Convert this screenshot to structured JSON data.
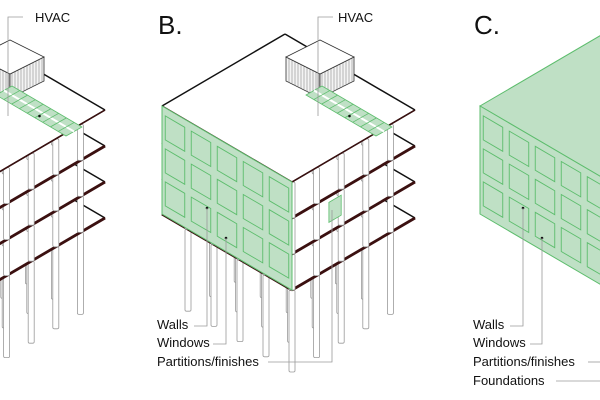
{
  "panels": {
    "b": {
      "letter": "B.",
      "hvac": "HVAC",
      "labels": [
        "Walls",
        "Windows",
        "Partitions/finishes"
      ]
    },
    "a": {
      "hvac": "HVAC"
    },
    "c": {
      "letter": "C.",
      "labels": [
        "Walls",
        "Windows",
        "Partitions/finishes",
        "Foundations"
      ]
    }
  },
  "colors": {
    "green_fill": "#bfe0c5",
    "green_stroke": "#5dbd6d",
    "slab_edge": "#3b1010",
    "column_stroke": "#9a9a9a",
    "leader": "#9a9a9a"
  }
}
